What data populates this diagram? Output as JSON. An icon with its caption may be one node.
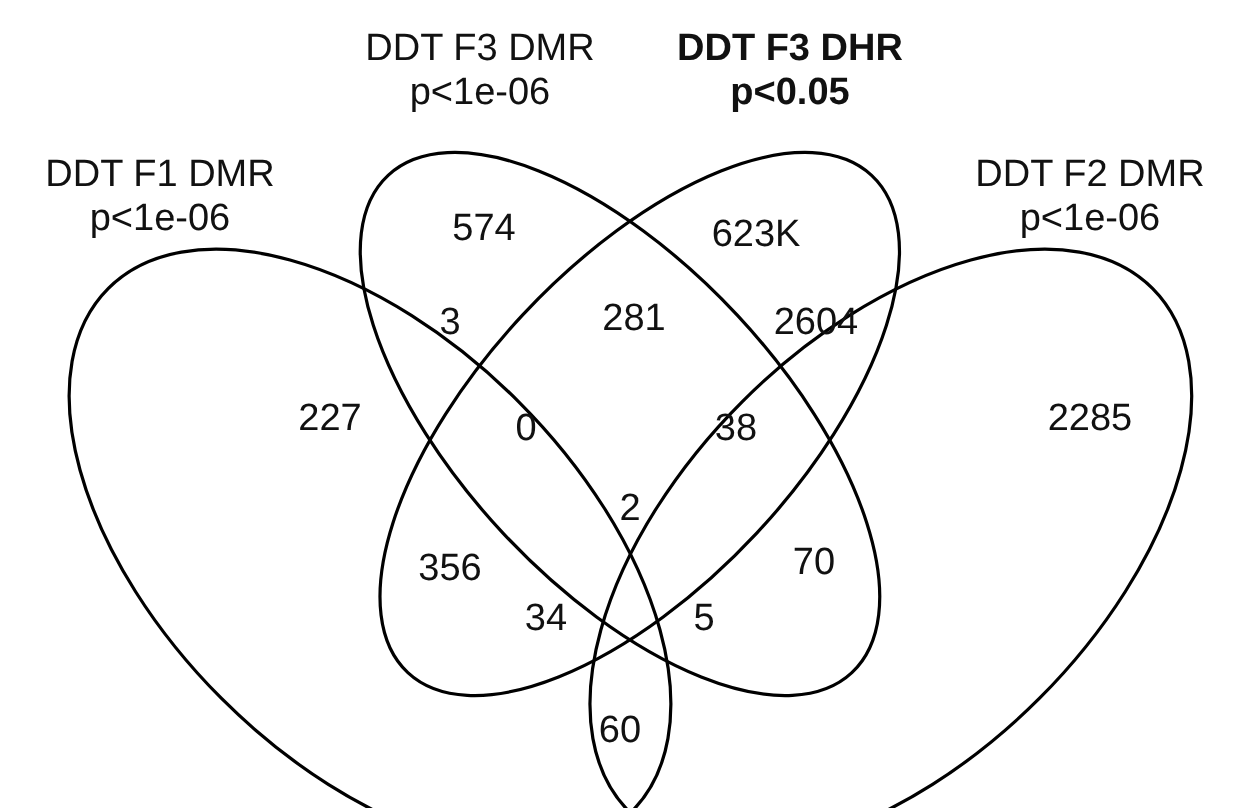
{
  "diagram": {
    "nodes": [
      {
        "text": [
          "DDT F1 DMR",
          "p<1e-06"
        ]
      },
      {
        "text": [
          "DDT F3 DMR",
          "p<1e-06"
        ]
      },
      {
        "text": [
          "DDT F3 DHR",
          "p<0.05"
        ]
      },
      {
        "text": [
          "DDT F2 DMR",
          "p<1e-06"
        ]
      }
    ],
    "edges": [],
    "labels": [
      "574",
      "623K",
      "3",
      "281",
      "2604",
      "227",
      "0",
      "38",
      "2285",
      "2",
      "356",
      "70",
      "34",
      "5",
      "60"
    ]
  }
}
